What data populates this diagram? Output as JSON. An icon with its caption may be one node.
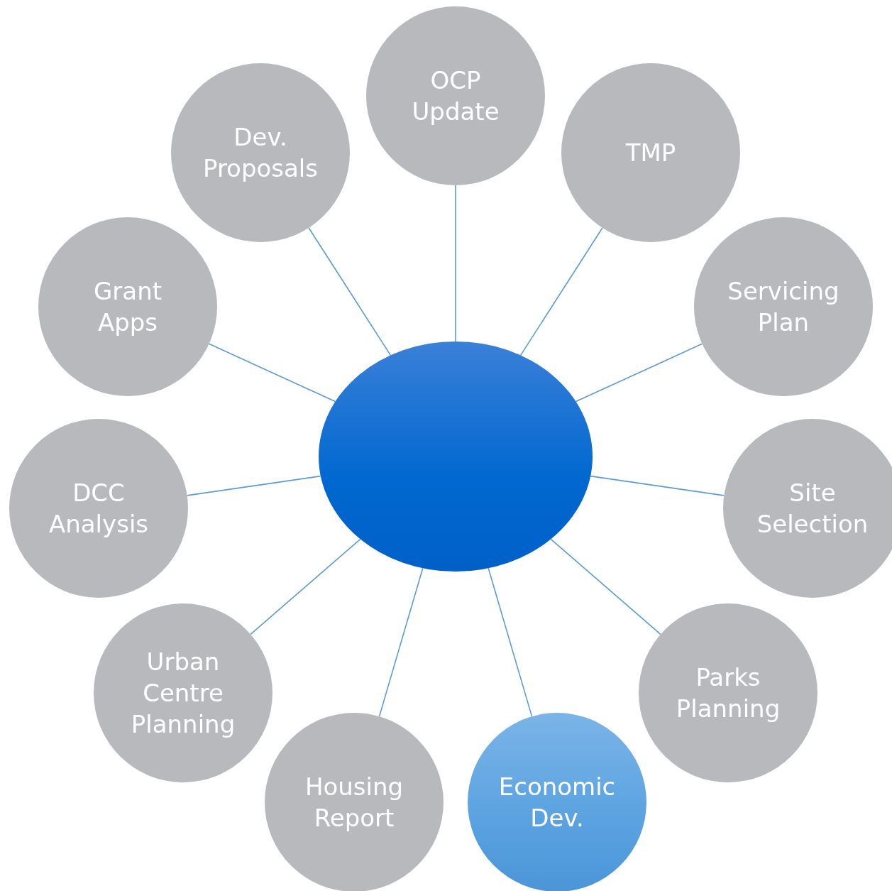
{
  "diagram": {
    "nodes": [
      {
        "text": [],
        "shape": "ellipse"
      },
      {
        "text": [
          "OCP Update"
        ]
      },
      {
        "text": [
          "TMP"
        ]
      },
      {
        "text": [
          "Servicing Plan"
        ]
      },
      {
        "text": [
          "Site Selection"
        ]
      },
      {
        "text": [
          "Parks Planning"
        ]
      },
      {
        "text": [
          "Economic Dev."
        ]
      },
      {
        "text": [
          "Housing Report"
        ]
      },
      {
        "text": [
          "Urban Centre Planning"
        ]
      },
      {
        "text": [
          "DCC Analysis"
        ]
      },
      {
        "text": [
          "Grant Apps"
        ]
      },
      {
        "text": [
          "Dev. Proposals"
        ]
      }
    ],
    "edges": [
      {
        "from": 0,
        "to": 1,
        "arrow": "none"
      },
      {
        "from": 0,
        "to": 2,
        "arrow": "none"
      },
      {
        "from": 0,
        "to": 3,
        "arrow": "none"
      },
      {
        "from": 0,
        "to": 4,
        "arrow": "none"
      },
      {
        "from": 0,
        "to": 5,
        "arrow": "none"
      },
      {
        "from": 0,
        "to": 6,
        "arrow": "none"
      },
      {
        "from": 0,
        "to": 7,
        "arrow": "none"
      },
      {
        "from": 0,
        "to": 8,
        "arrow": "none"
      },
      {
        "from": 0,
        "to": 9,
        "arrow": "none"
      },
      {
        "from": 0,
        "to": 10,
        "arrow": "none"
      },
      {
        "from": 0,
        "to": 11,
        "arrow": "none"
      }
    ]
  }
}
